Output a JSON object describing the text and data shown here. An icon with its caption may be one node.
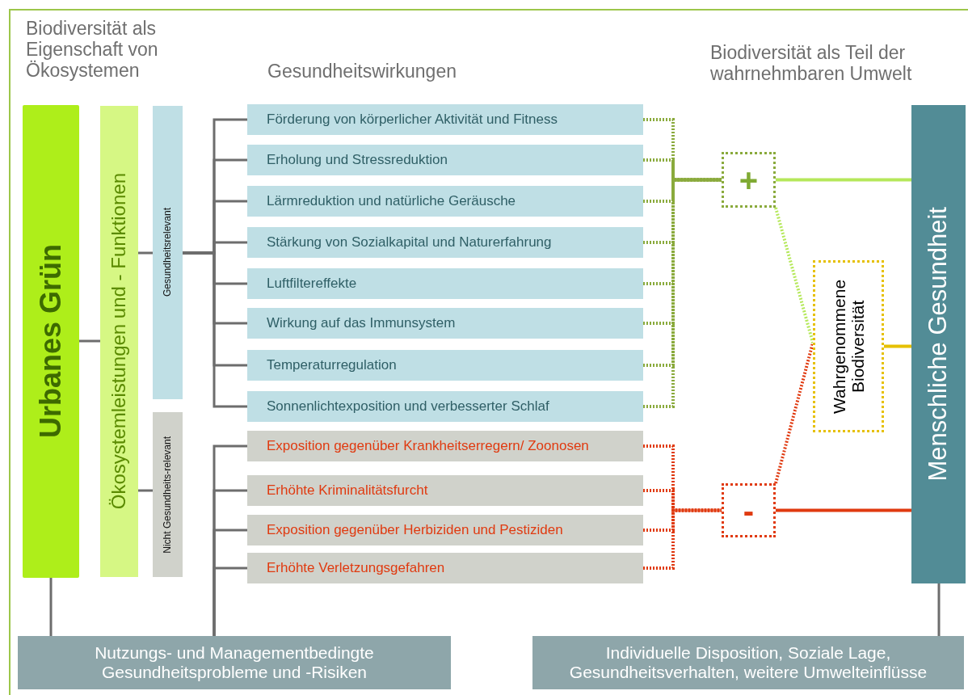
{
  "diagram": {
    "nodes": [
      {
        "text": [
          "Urbanes Grün"
        ]
      },
      {
        "text": [
          "Ökosystemleistungen und - Funktionen"
        ]
      },
      {
        "text": [
          "Gesundheitsrelevant"
        ]
      },
      {
        "text": [
          "Nicht Gesundheits-relevant"
        ]
      },
      {
        "text": [
          "Förderung von körperlicher Aktivität und Fitness"
        ]
      },
      {
        "text": [
          "Erholung und Stressreduktion"
        ]
      },
      {
        "text": [
          "Lärmreduktion und natürliche Geräusche"
        ]
      },
      {
        "text": [
          "Stärkung von Sozialkapital und Naturerfahrung"
        ]
      },
      {
        "text": [
          "Luftfiltereffekte"
        ]
      },
      {
        "text": [
          "Wirkung auf das Immunsystem"
        ]
      },
      {
        "text": [
          "Temperaturregulation"
        ]
      },
      {
        "text": [
          "Sonnenlichtexposition und verbesserter Schlaf"
        ]
      },
      {
        "text": [
          "Exposition gegenüber Krankheitserregern/ Zoonosen"
        ]
      },
      {
        "text": [
          "Erhöhte Kriminalitätsfurcht"
        ]
      },
      {
        "text": [
          "Exposition gegenüber Herbiziden und Pestiziden"
        ]
      },
      {
        "text": [
          "Erhöhte Verletzungsgefahren"
        ]
      },
      {
        "text": [
          "+"
        ]
      },
      {
        "text": [
          "-"
        ]
      },
      {
        "text": [
          "Wahrgenommene Biodiversität"
        ]
      },
      {
        "text": [
          "Menschliche Gesundheit"
        ]
      },
      {
        "text": [
          "Nutzungs- und Managementbedingte Gesundheitsprobleme und -Risiken"
        ]
      },
      {
        "text": [
          "Individuelle Disposition, Soziale Lage, Gesundheitsverhalten, weitere Umwelteinflüsse"
        ]
      }
    ],
    "edges": [
      {
        "from": 0,
        "to": 1,
        "arrow": "none"
      },
      {
        "from": 1,
        "to": 2,
        "arrow": "none"
      },
      {
        "from": 1,
        "to": 3,
        "arrow": "none"
      },
      {
        "from": 2,
        "to": 4,
        "arrow": "none"
      },
      {
        "from": 2,
        "to": 5,
        "arrow": "none"
      },
      {
        "from": 2,
        "to": 6,
        "arrow": "none"
      },
      {
        "from": 2,
        "to": 7,
        "arrow": "none"
      },
      {
        "from": 2,
        "to": 8,
        "arrow": "none"
      },
      {
        "from": 2,
        "to": 9,
        "arrow": "none"
      },
      {
        "from": 2,
        "to": 10,
        "arrow": "none"
      },
      {
        "from": 2,
        "to": 11,
        "arrow": "none"
      },
      {
        "from": 20,
        "to": 12,
        "arrow": "none"
      },
      {
        "from": 20,
        "to": 13,
        "arrow": "none"
      },
      {
        "from": 20,
        "to": 14,
        "arrow": "none"
      },
      {
        "from": 20,
        "to": 15,
        "arrow": "none"
      },
      {
        "from": 0,
        "to": 20,
        "arrow": "none"
      },
      {
        "from": 4,
        "to": 16,
        "arrow": "none",
        "style": "dashed",
        "color": "#8aaa3c"
      },
      {
        "from": 5,
        "to": 16,
        "arrow": "none",
        "style": "dashed",
        "color": "#8aaa3c"
      },
      {
        "from": 6,
        "to": 16,
        "arrow": "none",
        "style": "dashed",
        "color": "#8aaa3c"
      },
      {
        "from": 7,
        "to": 16,
        "arrow": "none",
        "style": "dashed",
        "color": "#8aaa3c"
      },
      {
        "from": 8,
        "to": 16,
        "arrow": "none",
        "style": "dashed",
        "color": "#8aaa3c"
      },
      {
        "from": 9,
        "to": 16,
        "arrow": "none",
        "style": "dashed",
        "color": "#8aaa3c"
      },
      {
        "from": 10,
        "to": 16,
        "arrow": "none",
        "style": "dashed",
        "color": "#8aaa3c"
      },
      {
        "from": 11,
        "to": 16,
        "arrow": "none",
        "style": "dashed",
        "color": "#8aaa3c"
      },
      {
        "from": 12,
        "to": 17,
        "arrow": "none",
        "style": "dashed",
        "color": "#e03a10"
      },
      {
        "from": 13,
        "to": 17,
        "arrow": "none",
        "style": "dashed",
        "color": "#e03a10"
      },
      {
        "from": 14,
        "to": 17,
        "arrow": "none",
        "style": "dashed",
        "color": "#e03a10"
      },
      {
        "from": 15,
        "to": 17,
        "arrow": "none",
        "style": "dashed",
        "color": "#e03a10"
      },
      {
        "from": 16,
        "to": 19,
        "arrow": "none",
        "color": "#b5e85a"
      },
      {
        "from": 16,
        "to": 18,
        "arrow": "none",
        "style": "dashed",
        "color": "#b5e85a"
      },
      {
        "from": 17,
        "to": 18,
        "arrow": "none",
        "style": "dashed",
        "color": "#e03a10"
      },
      {
        "from": 17,
        "to": 19,
        "arrow": "none",
        "color": "#e03a10"
      },
      {
        "from": 18,
        "to": 19,
        "arrow": "none",
        "color": "#e6c000"
      },
      {
        "from": 21,
        "to": 19,
        "arrow": "none"
      }
    ],
    "labels": [
      "Biodiversität als Eigenschaft von Ökosystemen",
      "Gesundheitswirkungen",
      "Biodiversität als Teil der wahrnehmbaren Umwelt"
    ]
  }
}
